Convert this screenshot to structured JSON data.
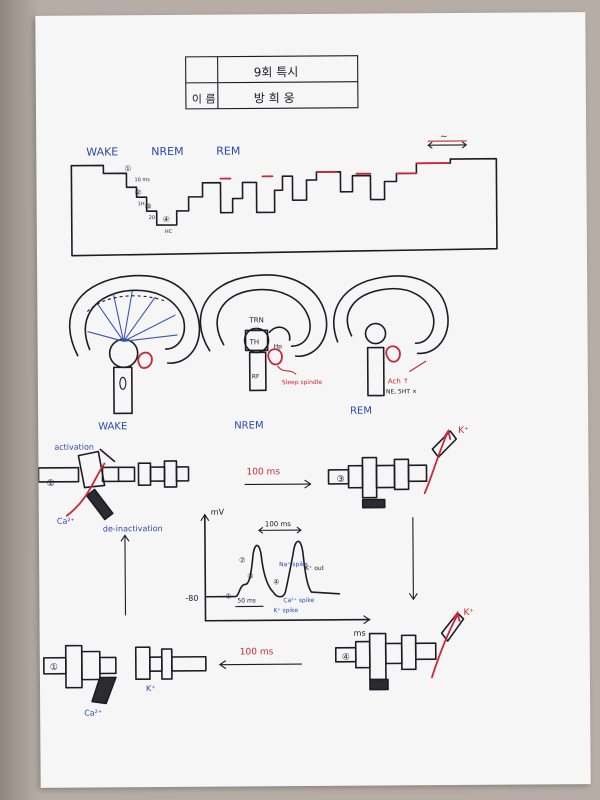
{
  "header_box": {
    "row1_value": "9회 특시",
    "row2_label": "이 름",
    "row2_value": "방 희 웅"
  },
  "hypnogram": {
    "stage_labels": [
      "WAKE",
      "NREM",
      "REM"
    ],
    "step_numbers": [
      "①",
      "②",
      "③",
      "④"
    ],
    "step_notes": [
      "10 ms",
      "1H",
      "20",
      "HC"
    ],
    "arrow_label": "~"
  },
  "brain_diagrams": {
    "wake_label": "WAKE",
    "nrem_label": "NREM",
    "rem_label": "REM",
    "nrem_parts": [
      "TRN",
      "TH",
      "Hp",
      "RF"
    ],
    "nrem_note": "Sleep spindle",
    "rem_notes": [
      "Ach ↑",
      "NE, 5HT ×"
    ]
  },
  "channel_cycle": {
    "activation_label": "activation",
    "deinactivation_label": "de-inactivation",
    "ca_label": "Ca²⁺",
    "k_label": "K⁺",
    "time_label_top": "100 ms",
    "time_label_bottom": "100 ms",
    "step_numbers": [
      "②",
      "③",
      "④",
      "①"
    ]
  },
  "potential_graph": {
    "y_axis_label": "mV",
    "x_axis_label": "ms",
    "y_value": "-80",
    "top_interval": "100 ms",
    "bottom_interval": "50 ms",
    "na_spike": "Na⁺ spike",
    "k_out": "K⁺ out",
    "ca_spike": "Ca²⁺ spike",
    "k_spike": "K⁺ spike",
    "step_numbers": [
      "①",
      "②",
      "③",
      "④"
    ]
  }
}
